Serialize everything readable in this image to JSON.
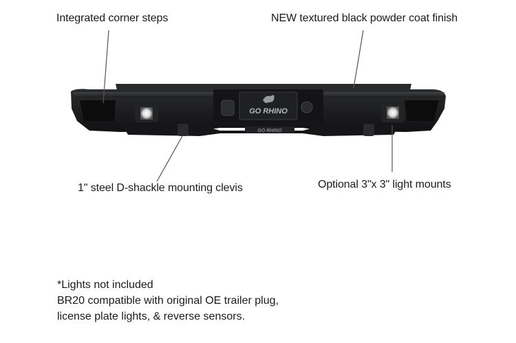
{
  "callouts": {
    "corner_steps": "Integrated corner steps",
    "powder_coat": "NEW textured black powder coat finish",
    "d_shackle": "1\" steel D-shackle mounting clevis",
    "light_mounts": "Optional 3\"x 3\" light mounts"
  },
  "branding": {
    "logo_text": "GO RHINO",
    "plate_text": "GO RHINO"
  },
  "notes": {
    "line1": "*Lights not included",
    "line2": "BR20 compatible with original OE trailer plug,",
    "line3": "license plate lights, & reverse sensors."
  },
  "colors": {
    "bumper": "#1c1c1e",
    "bumper_highlight": "#3a3b3e",
    "leader_line": "#555555",
    "light_glow": "#f2f2f2"
  }
}
